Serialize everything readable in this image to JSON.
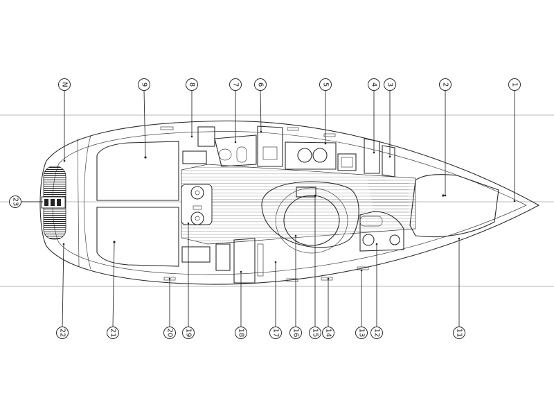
{
  "callouts": {
    "top": [
      {
        "id": "t-n",
        "label": "N"
      },
      {
        "id": "t-9a",
        "label": "9"
      },
      {
        "id": "t-8",
        "label": "8"
      },
      {
        "id": "t-7",
        "label": "7"
      },
      {
        "id": "t-6",
        "label": "6"
      },
      {
        "id": "t-5",
        "label": "5"
      },
      {
        "id": "t-4",
        "label": "4"
      },
      {
        "id": "t-3",
        "label": "3"
      },
      {
        "id": "t-2",
        "label": "2"
      },
      {
        "id": "t-1",
        "label": "1"
      }
    ],
    "bottom": [
      {
        "id": "b-22",
        "label": "22"
      },
      {
        "id": "b-21",
        "label": "21"
      },
      {
        "id": "b-20",
        "label": "20"
      },
      {
        "id": "b-19",
        "label": "19"
      },
      {
        "id": "b-18",
        "label": "18"
      },
      {
        "id": "b-17",
        "label": "17"
      },
      {
        "id": "b-16",
        "label": "16"
      },
      {
        "id": "b-15",
        "label": "15"
      },
      {
        "id": "b-14",
        "label": "14"
      },
      {
        "id": "b-13",
        "label": "13"
      },
      {
        "id": "b-12",
        "label": "12"
      },
      {
        "id": "b-11",
        "label": "11"
      }
    ],
    "stern": {
      "id": "s-23",
      "label": "23"
    }
  }
}
